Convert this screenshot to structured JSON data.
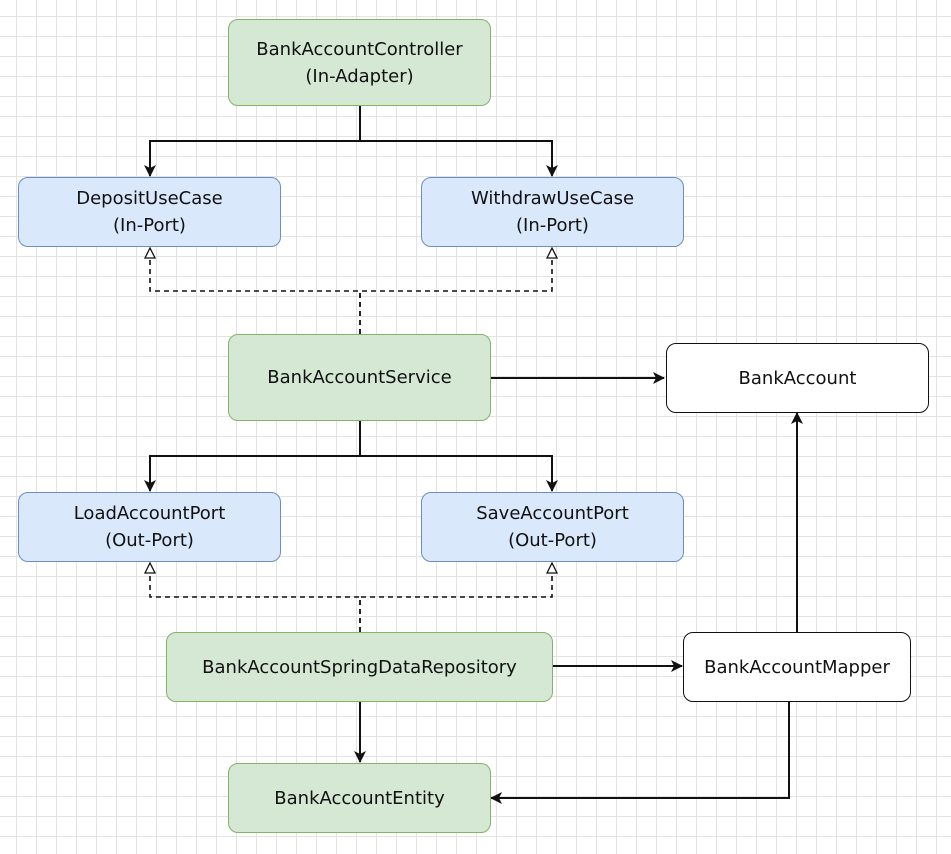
{
  "nodes": {
    "controller": {
      "name": "BankAccountController",
      "role": "(In-Adapter)"
    },
    "deposit_use_case": {
      "name": "DepositUseCase",
      "role": "(In-Port)"
    },
    "withdraw_use_case": {
      "name": "WithdrawUseCase",
      "role": "(In-Port)"
    },
    "service": {
      "name": "BankAccountService"
    },
    "bank_account": {
      "name": "BankAccount"
    },
    "load_account_port": {
      "name": "LoadAccountPort",
      "role": "(Out-Port)"
    },
    "save_account_port": {
      "name": "SaveAccountPort",
      "role": "(Out-Port)"
    },
    "repository": {
      "name": "BankAccountSpringDataRepository"
    },
    "mapper": {
      "name": "BankAccountMapper"
    },
    "entity": {
      "name": "BankAccountEntity"
    }
  },
  "colors": {
    "adapter_fill": "#d5e8d4",
    "adapter_border": "#82b366",
    "port_fill": "#dae8fc",
    "port_border": "#6c8ebf",
    "domain_fill": "#ffffff",
    "domain_border": "#111111",
    "edge": "#111111"
  },
  "edges": [
    {
      "from": "controller",
      "to": "deposit_use_case",
      "style": "solid"
    },
    {
      "from": "controller",
      "to": "withdraw_use_case",
      "style": "solid"
    },
    {
      "from": "service",
      "to": "deposit_use_case",
      "style": "dashed-implements"
    },
    {
      "from": "service",
      "to": "withdraw_use_case",
      "style": "dashed-implements"
    },
    {
      "from": "service",
      "to": "bank_account",
      "style": "solid"
    },
    {
      "from": "service",
      "to": "load_account_port",
      "style": "solid"
    },
    {
      "from": "service",
      "to": "save_account_port",
      "style": "solid"
    },
    {
      "from": "repository",
      "to": "load_account_port",
      "style": "dashed-implements"
    },
    {
      "from": "repository",
      "to": "save_account_port",
      "style": "dashed-implements"
    },
    {
      "from": "repository",
      "to": "mapper",
      "style": "solid"
    },
    {
      "from": "repository",
      "to": "entity",
      "style": "solid"
    },
    {
      "from": "mapper",
      "to": "bank_account",
      "style": "solid"
    },
    {
      "from": "mapper",
      "to": "entity",
      "style": "solid"
    }
  ]
}
